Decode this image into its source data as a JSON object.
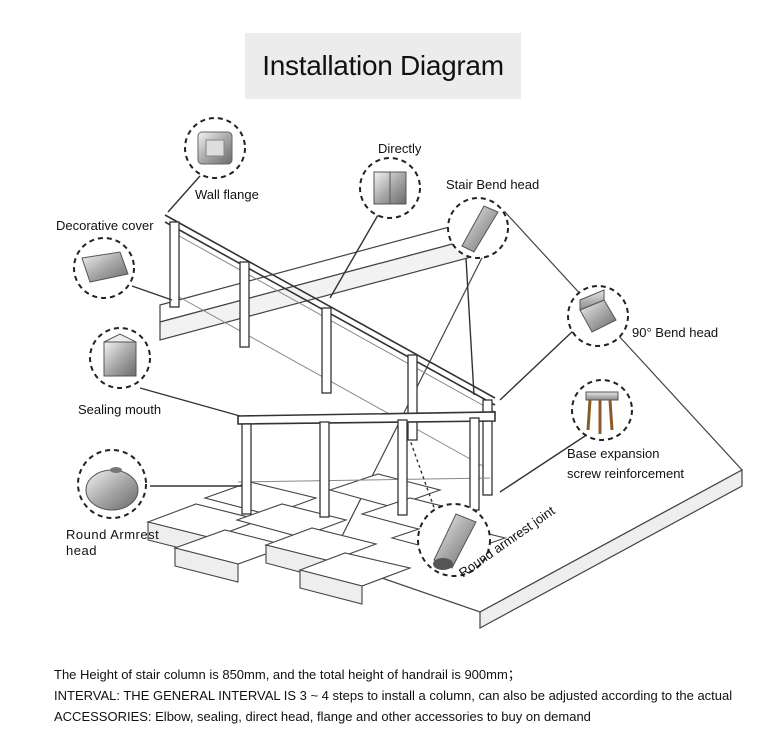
{
  "title": "Installation Diagram",
  "labels": {
    "wall_flange": "Wall flange",
    "directly": "Directly",
    "stair_bend_head": "Stair Bend head",
    "decorative_cover": "Decorative cover",
    "bend_90_head": "90° Bend head",
    "sealing_mouth": "Sealing mouth",
    "base_expansion_1": "Base expansion",
    "base_expansion_2": "screw reinforcement",
    "round_armrest_head_1": "Round Armrest",
    "round_armrest_head_2": "head",
    "round_armrest_joint": "Round armrest joint"
  },
  "notes": [
    "The Height of stair column is 850mm, and the total height of handrail is 900mm；",
    "INTERVAL: THE GENERAL INTERVAL IS 3 ~ 4 steps to install a column, can also be adjusted according to the actual",
    "ACCESSORIES: Elbow, sealing, direct head, flange and other accessories to buy on demand"
  ]
}
